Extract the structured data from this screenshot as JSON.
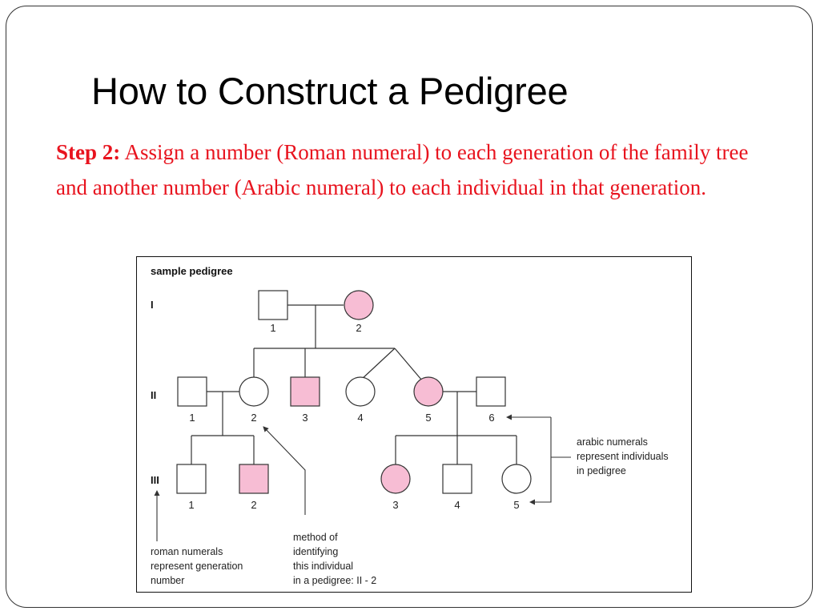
{
  "slide": {
    "title": "How to Construct a Pedigree",
    "step_label": "Step 2:",
    "step_body": "Assign a number (Roman numeral) to each generation of the family tree and another number (Arabic numeral) to each individual in that generation."
  },
  "pedigree": {
    "heading": "sample pedigree",
    "generations": [
      {
        "numeral": "I",
        "individuals": [
          {
            "number": "1",
            "sex": "male",
            "affected": false
          },
          {
            "number": "2",
            "sex": "female",
            "affected": true
          }
        ]
      },
      {
        "numeral": "II",
        "individuals": [
          {
            "number": "1",
            "sex": "male",
            "affected": false
          },
          {
            "number": "2",
            "sex": "female",
            "affected": false
          },
          {
            "number": "3",
            "sex": "male",
            "affected": true
          },
          {
            "number": "4",
            "sex": "female",
            "affected": false
          },
          {
            "number": "5",
            "sex": "female",
            "affected": true
          },
          {
            "number": "6",
            "sex": "male",
            "affected": false
          }
        ]
      },
      {
        "numeral": "III",
        "individuals": [
          {
            "number": "1",
            "sex": "male",
            "affected": false
          },
          {
            "number": "2",
            "sex": "male",
            "affected": true
          },
          {
            "number": "3",
            "sex": "female",
            "affected": true
          },
          {
            "number": "4",
            "sex": "male",
            "affected": false
          },
          {
            "number": "5",
            "sex": "female",
            "affected": false
          }
        ]
      }
    ],
    "annotations": {
      "arabic_note": [
        "arabic numerals",
        "represent individuals",
        "in pedigree"
      ],
      "roman_note": [
        "roman numerals",
        "represent generation",
        "number"
      ],
      "method_note": [
        "method of",
        "identifying",
        "this individual",
        "in a pedigree: II - 2"
      ]
    }
  },
  "colors": {
    "title": "#000000",
    "step_text": "#e8131e",
    "affected_fill": "#f7bdd4",
    "line": "#333333"
  }
}
